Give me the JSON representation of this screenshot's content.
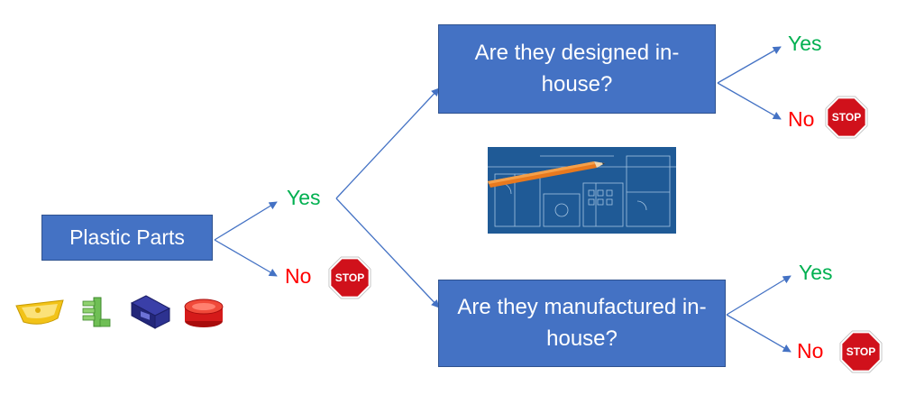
{
  "nodes": {
    "root": "Plastic Parts",
    "designed": "Are they designed in-house?",
    "manufactured": "Are they manufactured in-house?"
  },
  "labels": {
    "root_yes": "Yes",
    "root_no": "No",
    "designed_yes": "Yes",
    "designed_no": "No",
    "manufactured_yes": "Yes",
    "manufactured_no": "No"
  },
  "stop_sign": {
    "text": "STOP",
    "color": "#d0111b"
  },
  "colors": {
    "box": "#4472c4",
    "arrow": "#4472c4",
    "yes": "#00b050",
    "no": "#ff0000",
    "blueprint": "#1f5a96"
  }
}
